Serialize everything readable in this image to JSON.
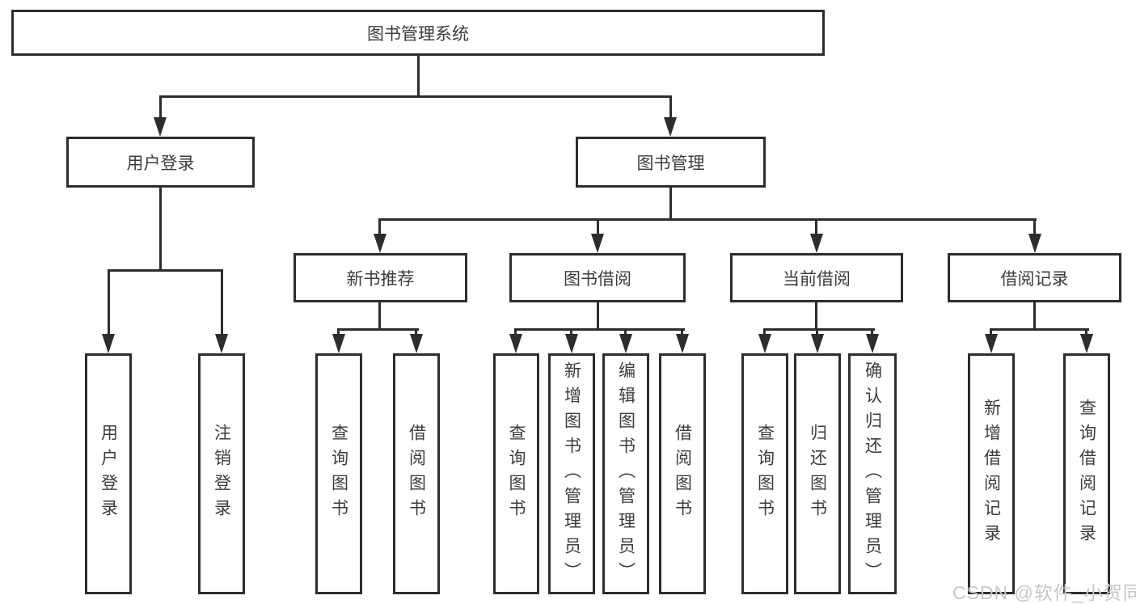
{
  "diagram": {
    "root": "图书管理系统",
    "level2": [
      "用户登录",
      "图书管理"
    ],
    "level3": [
      "新书推荐",
      "图书借阅",
      "当前借阅",
      "借阅记录"
    ],
    "leaves_user_login": [
      "用户登录",
      "注销登录"
    ],
    "leaves_new_book": [
      "查询图书",
      "借阅图书"
    ],
    "leaves_book_borrow": [
      "查询图书",
      "新增图书（管理员）",
      "编辑图书（管理员）",
      "借阅图书"
    ],
    "leaves_current_borrow": [
      "查询图书",
      "归还图书",
      "确认归还（管理员）"
    ],
    "leaves_borrow_record": [
      "新增借阅记录",
      "查询借阅记录"
    ]
  },
  "watermark": "CSDN @软件_小贺同学",
  "colors": {
    "line": "#2d2d2d",
    "box_background": "#ffffff",
    "text": "#3c3c3c",
    "watermark": "#c7c7c7"
  }
}
